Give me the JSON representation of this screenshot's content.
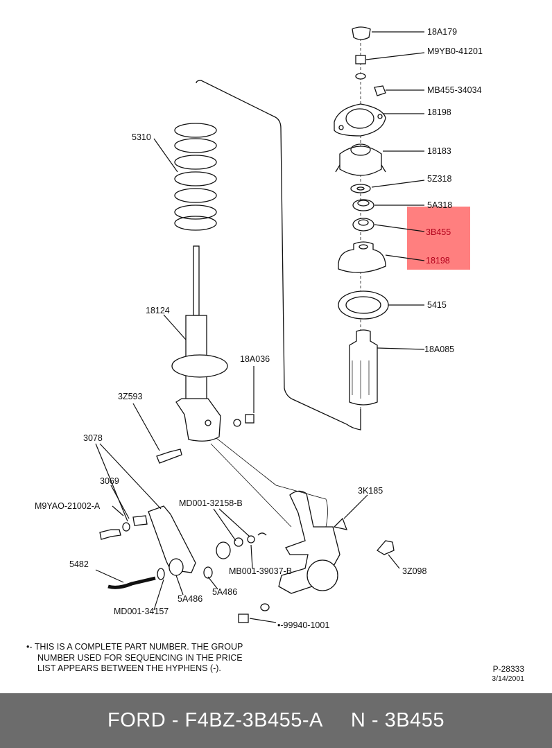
{
  "colors": {
    "highlight": "#ff7f7f",
    "highlight_text": "#b3001b",
    "footer_bg": "#6c6c6c",
    "line": "#111111"
  },
  "labels": {
    "p18A179": "18A179",
    "pM9YB0": "M9YB0-41201",
    "pMB455": "MB455-34034",
    "p18198_top": "18198",
    "p18183": "18183",
    "p5Z318": "5Z318",
    "p5A318": "5A318",
    "p3B455": "3B455",
    "p18198_mid": "18198",
    "p5415": "5415",
    "p18A085": "18A085",
    "p5310": "5310",
    "p18124": "18124",
    "p18A036": "18A036",
    "p3Z593": "3Z593",
    "p3078": "3078",
    "p3069": "3069",
    "pM9YAO": "M9YAO-21002-A",
    "pMD001_32158": "MD001-32158-B",
    "p3K185": "3K185",
    "p5482": "5482",
    "pMB001": "MB001-39037-B",
    "p3Z098": "3Z098",
    "p5A486_a": "5A486",
    "p5A486_b": "5A486",
    "pMD001_34157": "MD001-34157",
    "p99940": "•-99940-1001"
  },
  "note": {
    "line1": "•- THIS IS A COMPLETE PART NUMBER. THE GROUP",
    "line2": "NUMBER USED FOR SEQUENCING IN THE PRICE",
    "line3": "LIST APPEARS BETWEEN THE HYPHENS (-)."
  },
  "reference": {
    "code": "P-28333",
    "date": "3/14/2001"
  },
  "footer": {
    "brand_part": "FORD - F4BZ-3B455-A",
    "part_group": "N - 3B455"
  }
}
